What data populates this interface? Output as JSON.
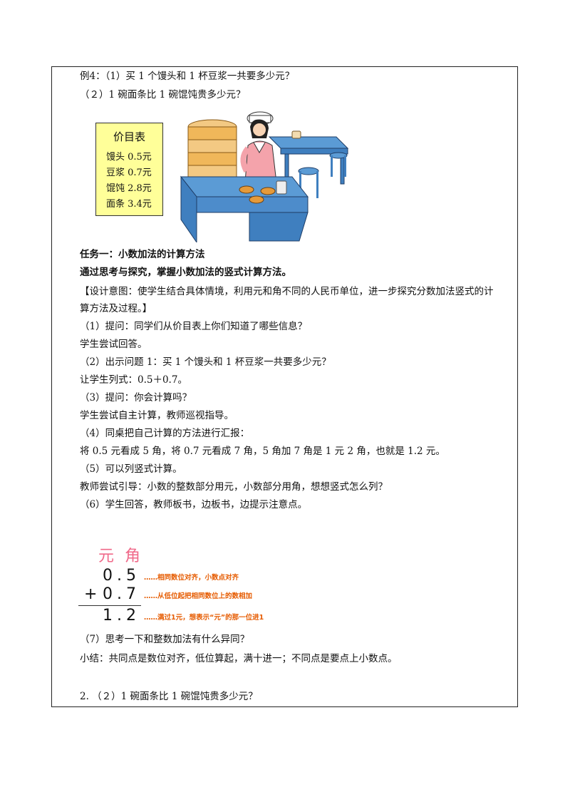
{
  "example": {
    "line1": "例4：（1）买 1 个馒头和 1 杯豆浆一共要多少元？",
    "line2": "（２）1  碗面条比 1 碗馄饨贵多少元？"
  },
  "price_table": {
    "title": "价目表",
    "items": [
      "馒头 0.5元",
      "豆浆 0.7元",
      "馄饨 2.8元",
      "面条 3.4元"
    ]
  },
  "task": {
    "title": "任务一：小数加法的计算方法",
    "goal": "通过思考与探究，掌握小数加法的竖式计算方法。",
    "intent_line1": "【设计意图：使学生结合具体情境，利用元和角不同的人民币单位，进一步探究分数加法竖式的计",
    "intent_line2": "算方法及过程。】"
  },
  "steps": [
    "（1）提问：同学们从价目表上你们知道了哪些信息？",
    "学生尝试回答。",
    "（2）出示问题 1：买 1 个馒头和 1 杯豆浆一共要多少元？",
    "让学生列式：0.5＋0.7。",
    "（3）提问：你会计算吗？",
    "学生尝试自主计算，教师巡视指导。",
    "（4）同桌把自己计算的方法进行汇报：",
    "将 0.5 元看成 5 角，将 0.7 元看成 7 角，5 角加 7 角是 1 元 2 角，也就是 1.2 元。",
    "（5）可以列竖式计算。",
    "教师尝试引导：小数的整数部分用元，小数部分用角，想想竖式怎么列？",
    "（6）学生回答，教师板书，边板书，边提示注意点。"
  ],
  "vertical_calc": {
    "headers": "元 角",
    "row1": "0.5",
    "op": "+",
    "row2": "0.7",
    "result": "1.2",
    "notes": [
      "……相同数位对齐，小数点对齐",
      "……从低位起把相同数位上的数相加",
      "……满过1元，想表示“元”的那一位进1"
    ]
  },
  "after": {
    "q7": "（7）思考一下和整数加法有什么异同？",
    "summary": "小结：共同点是数位对齐，低位算起，满十进一；不同点是要点上小数点。",
    "q2": "2. （２）1 碗面条比 1 碗馄饨贵多少元？"
  },
  "colors": {
    "price_bg": "#ffff99",
    "note_orange": "#e65b00",
    "header_pink": "#f06a8a",
    "counter_blue": "#5b9bd5"
  }
}
